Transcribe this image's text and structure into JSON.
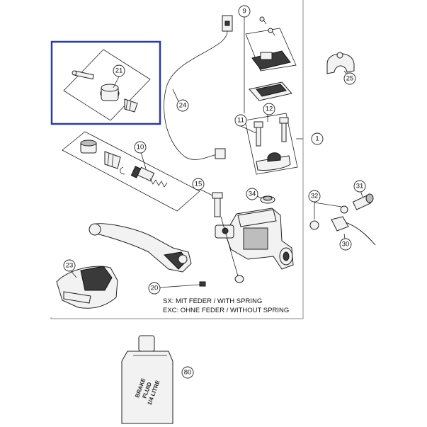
{
  "callouts": [
    {
      "id": "p9",
      "label": "9"
    },
    {
      "id": "p21",
      "label": "21"
    },
    {
      "id": "p25",
      "label": "25"
    },
    {
      "id": "p24",
      "label": "24"
    },
    {
      "id": "p12",
      "label": "12"
    },
    {
      "id": "p11",
      "label": "11"
    },
    {
      "id": "p1",
      "label": "1"
    },
    {
      "id": "p10",
      "label": "10"
    },
    {
      "id": "p15",
      "label": "15"
    },
    {
      "id": "p34",
      "label": "34"
    },
    {
      "id": "p32",
      "label": "32"
    },
    {
      "id": "p31",
      "label": "31"
    },
    {
      "id": "p30",
      "label": "30"
    },
    {
      "id": "p23",
      "label": "23"
    },
    {
      "id": "p20",
      "label": "20"
    },
    {
      "id": "p80",
      "label": "80"
    }
  ],
  "notes": {
    "line1": "SX: MIT FEDER / WITH SPRING",
    "line2": "EXC: OHNE FEDER / WITHOUT SPRING"
  },
  "bottle": {
    "line1": "BRAKE",
    "line2": "FLUID",
    "line3": "1/4 LITRE"
  },
  "colors": {
    "highlight": "#2d3aa8",
    "frame": "#8a8a8a",
    "ink": "#222222"
  }
}
